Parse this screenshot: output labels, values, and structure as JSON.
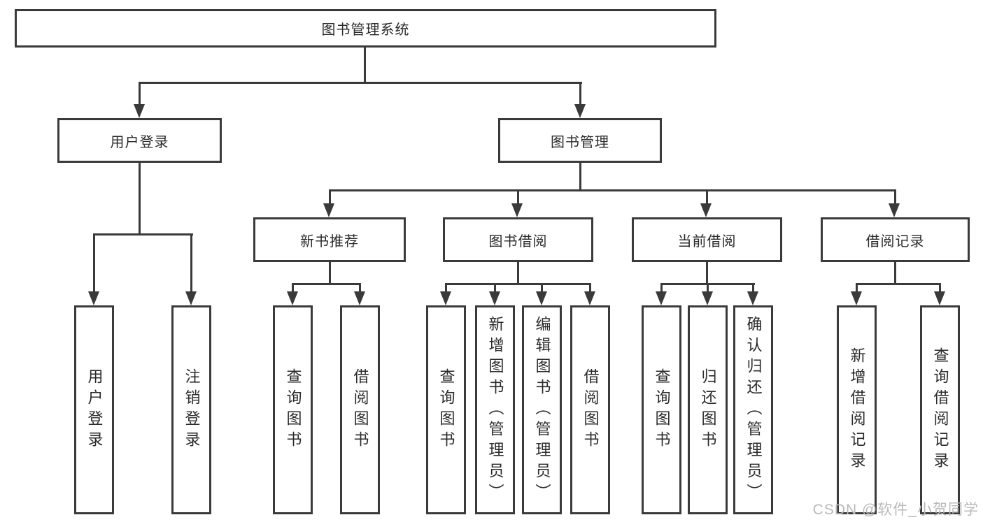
{
  "page": {
    "watermark": "CSDN @软件_小贺同学"
  },
  "colors": {
    "line": "#3a3a3a",
    "text": "#2b2b2b",
    "box_fill": "#ffffff",
    "background": "#ffffff",
    "watermark": "#b9b9b9"
  },
  "tree": {
    "label": "图书管理系统",
    "children": [
      {
        "label": "用户登录",
        "children": [
          {
            "label": "用户登录"
          },
          {
            "label": "注销登录"
          }
        ]
      },
      {
        "label": "图书管理",
        "children": [
          {
            "label": "新书推荐",
            "children": [
              {
                "label": "查询图书"
              },
              {
                "label": "借阅图书"
              }
            ]
          },
          {
            "label": "图书借阅",
            "children": [
              {
                "label": "查询图书"
              },
              {
                "label": "新增图书（管理员）"
              },
              {
                "label": "编辑图书（管理员）"
              },
              {
                "label": "借阅图书"
              }
            ]
          },
          {
            "label": "当前借阅",
            "children": [
              {
                "label": "查询图书"
              },
              {
                "label": "归还图书"
              },
              {
                "label": "确认归还（管理员）"
              }
            ]
          },
          {
            "label": "借阅记录",
            "children": [
              {
                "label": "新增借阅记录"
              },
              {
                "label": "查询借阅记录"
              }
            ]
          }
        ]
      }
    ]
  }
}
